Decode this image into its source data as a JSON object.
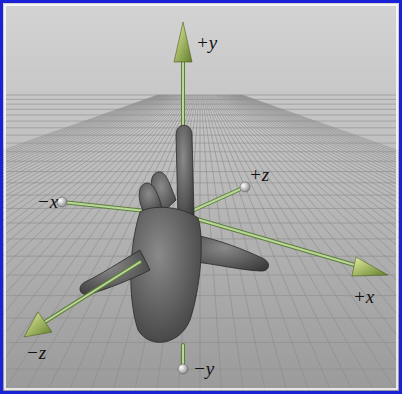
{
  "diagram": {
    "labels": [
      "+y",
      "−x",
      "+z",
      "+x",
      "−z",
      "−y"
    ]
  }
}
